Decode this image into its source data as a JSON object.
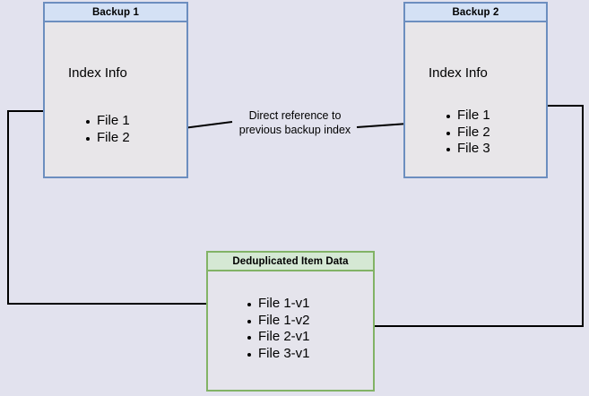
{
  "diagram": {
    "title_backup1": "Backup 1",
    "title_backup2": "Backup 2",
    "title_dedup": "Deduplicated Item Data",
    "index_info_label": "Index Info",
    "edge_label_line1": "Direct reference to",
    "edge_label_line2": "previous backup index",
    "colors": {
      "page_background": "#e2e2ee",
      "backup_border": "#6c8ebf",
      "backup_header_fill": "#d4e1f5",
      "backup_body_fill": "#e8e6e9",
      "dedup_border": "#82b366",
      "dedup_header_fill": "#d5e8d4",
      "connector": "#000000"
    },
    "backup1_files": [
      "File 1",
      "File 2"
    ],
    "backup2_files": [
      "File 1",
      "File 2",
      "File 3"
    ],
    "dedup_items": [
      "File 1-v1",
      "File 1-v2",
      "File 2-v1",
      "File 3-v1"
    ]
  }
}
